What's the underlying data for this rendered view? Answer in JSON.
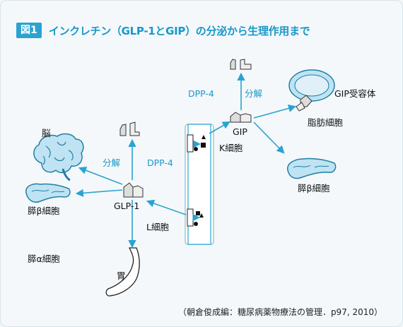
{
  "figure": {
    "badge": "図1",
    "title": "インクレチン（GLP-1とGIP）の分泌から生理作用まで"
  },
  "labels": {
    "brain": "脳",
    "pancreas_beta_left": "膵β細胞",
    "pancreas_alpha": "膵α細胞",
    "stomach": "胃",
    "glp1": "GLP-1",
    "l_cell": "L細胞",
    "k_cell": "K細胞",
    "gip": "GIP",
    "dpp4_left": "DPP-4",
    "decompose_left": "分解",
    "dpp4_right": "DPP-4",
    "decompose_right": "分解",
    "gip_receptor": "GIP受容体",
    "adipocyte": "脂肪細胞",
    "pancreas_beta_right": "膵β細胞"
  },
  "source": "（朝倉俊成編：糖尿病薬物療法の管理．p97, 2010）",
  "colors": {
    "accent": "#1a98c9",
    "arrow": "#2aa3d1",
    "organ": "#bfe3f2"
  }
}
